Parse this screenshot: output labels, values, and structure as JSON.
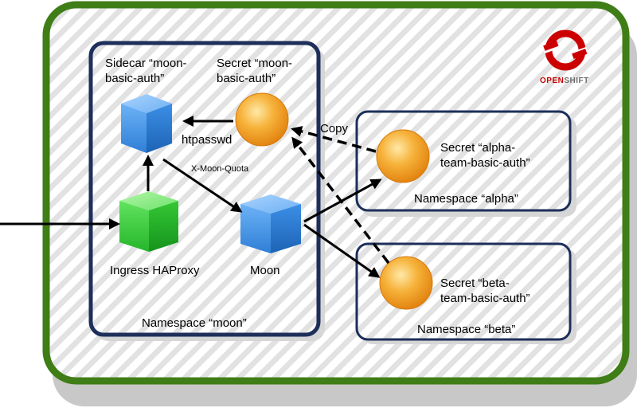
{
  "logo": {
    "text_prefix": "OPEN",
    "text_suffix": "SHIFT",
    "color": "#cc0000"
  },
  "colors": {
    "outer_border": "#3f7d16",
    "namespace_border": "#1d2f5a",
    "blue_cube": "#3f8fe0",
    "green_cube": "#2fc42f",
    "secret_orb": "#f29a1e"
  },
  "namespaces": {
    "moon": {
      "label": "Namespace “moon”"
    },
    "alpha": {
      "label": "Namespace “alpha”"
    },
    "beta": {
      "label": "Namespace “beta”"
    }
  },
  "components": {
    "sidecar": {
      "label_line1": "Sidecar “moon-",
      "label_line2": "basic-auth”",
      "icon": "blue-cube-icon"
    },
    "moon_secret": {
      "label_line1": "Secret “moon-",
      "label_line2": "basic-auth”",
      "icon": "orange-orb-icon"
    },
    "ingress": {
      "label": "Ingress HAProxy",
      "icon": "green-cube-icon"
    },
    "moon": {
      "label": "Moon",
      "icon": "blue-cube-icon"
    },
    "alpha_secret": {
      "label_line1": "Secret “alpha-",
      "label_line2": "team-basic-auth”",
      "icon": "orange-orb-icon"
    },
    "beta_secret": {
      "label_line1": "Secret “beta-",
      "label_line2": "team-basic-auth”",
      "icon": "orange-orb-icon"
    }
  },
  "edges": {
    "htpasswd": "htpasswd",
    "quota_header": "X-Moon-Quota",
    "copy": "Copy"
  }
}
